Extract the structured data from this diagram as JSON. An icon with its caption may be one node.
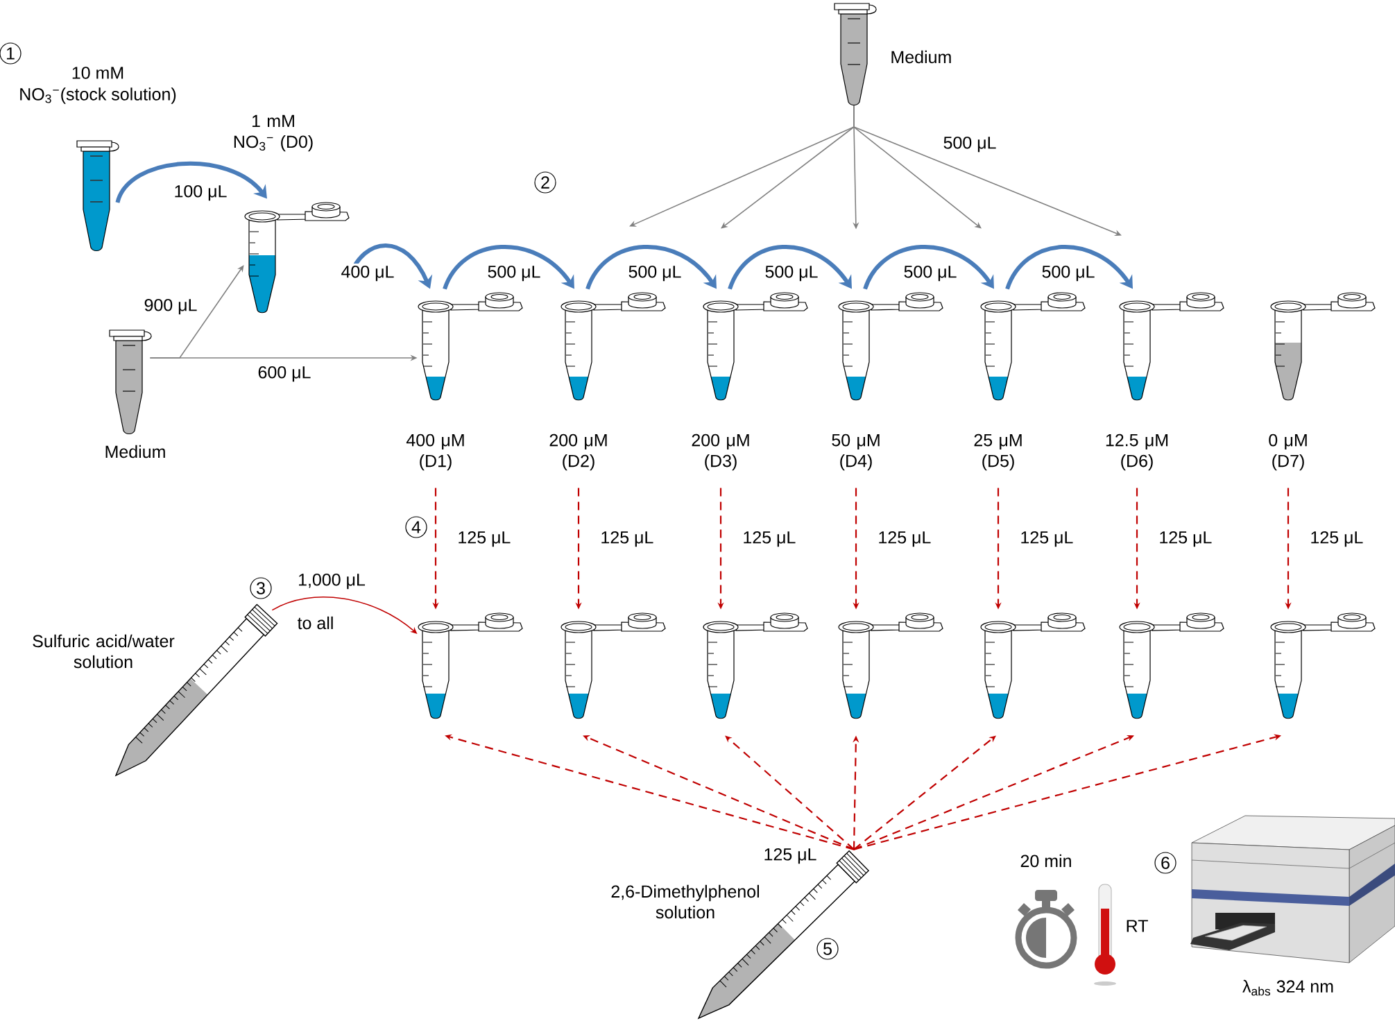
{
  "diagram": {
    "nodes": [
      {
        "text": [
          "10 mM",
          "NO$_{3}$$^{−}$(stock solution)"
        ]
      },
      {
        "text": [
          "1 mM NO$_{3}$$^{−}$ (D0)"
        ]
      },
      {
        "text": [
          "Medium"
        ]
      },
      {
        "text": [
          "Medium"
        ]
      },
      {
        "text": [
          "400 μM (D1)"
        ]
      },
      {
        "text": [
          "200 μM (D2)"
        ]
      },
      {
        "text": [
          "200 μM (D3)"
        ]
      },
      {
        "text": [
          "50 μM (D4)"
        ]
      },
      {
        "text": [
          "25 μM (D5)"
        ]
      },
      {
        "text": [
          "12.5 μM (D6)"
        ]
      },
      {
        "text": [
          "0 μM (D7)"
        ]
      },
      {
        "text": [],
        "shape": "picture"
      },
      {
        "text": [],
        "shape": "picture"
      },
      {
        "text": [],
        "shape": "picture"
      },
      {
        "text": [],
        "shape": "picture"
      },
      {
        "text": [],
        "shape": "picture"
      },
      {
        "text": [],
        "shape": "picture"
      },
      {
        "text": [],
        "shape": "picture"
      },
      {
        "text": [
          "Sulfuric acid/water solution"
        ]
      },
      {
        "text": [
          "2,6-Dimethylphenol solution"
        ]
      }
    ],
    "edges": [
      {
        "from": 0,
        "to": 1,
        "arrow": "to",
        "label": "100 μL",
        "style": "thick",
        "color": "#4a7dba"
      },
      {
        "from": 2,
        "to": 1,
        "arrow": "to",
        "label": "900 μL",
        "color": "#808080"
      },
      {
        "from": 2,
        "to": 4,
        "arrow": "to",
        "label": "600 μL",
        "color": "#808080"
      },
      {
        "from": 1,
        "to": 4,
        "arrow": "to",
        "label": "400 μL",
        "style": "thick",
        "color": "#4a7dba"
      },
      {
        "from": 4,
        "to": 5,
        "arrow": "to",
        "label": "500 μL",
        "style": "thick",
        "color": "#4a7dba"
      },
      {
        "from": 5,
        "to": 6,
        "arrow": "to",
        "label": "500 μL",
        "style": "thick",
        "color": "#4a7dba"
      },
      {
        "from": 6,
        "to": 7,
        "arrow": "to",
        "label": "500 μL",
        "style": "thick",
        "color": "#4a7dba"
      },
      {
        "from": 7,
        "to": 8,
        "arrow": "to",
        "label": "500 μL",
        "style": "thick",
        "color": "#4a7dba"
      },
      {
        "from": 8,
        "to": 9,
        "arrow": "to",
        "label": "500 μL",
        "style": "thick",
        "color": "#4a7dba"
      },
      {
        "from": 3,
        "to": 5,
        "arrow": "to",
        "color": "#808080"
      },
      {
        "from": 3,
        "to": 6,
        "arrow": "to",
        "color": "#808080"
      },
      {
        "from": 3,
        "to": 7,
        "arrow": "to",
        "color": "#808080"
      },
      {
        "from": 3,
        "to": 8,
        "arrow": "to",
        "color": "#808080"
      },
      {
        "from": 3,
        "to": 9,
        "arrow": "to",
        "label": "500 μL",
        "color": "#808080"
      },
      {
        "from": 4,
        "to": 11,
        "arrow": "to",
        "label": "125 μL",
        "style": "dashed",
        "color": "#c00000"
      },
      {
        "from": 5,
        "to": 12,
        "arrow": "to",
        "label": "125 μL",
        "style": "dashed",
        "color": "#c00000"
      },
      {
        "from": 6,
        "to": 13,
        "arrow": "to",
        "label": "125 μL",
        "style": "dashed",
        "color": "#c00000"
      },
      {
        "from": 7,
        "to": 14,
        "arrow": "to",
        "label": "125 μL",
        "style": "dashed",
        "color": "#c00000"
      },
      {
        "from": 8,
        "to": 15,
        "arrow": "to",
        "label": "125 μL",
        "style": "dashed",
        "color": "#c00000"
      },
      {
        "from": 9,
        "to": 16,
        "arrow": "to",
        "label": "125 μL",
        "style": "dashed",
        "color": "#c00000"
      },
      {
        "from": 10,
        "to": 17,
        "arrow": "to",
        "label": "125 μL",
        "style": "dashed",
        "color": "#c00000"
      },
      {
        "from": 18,
        "to": 11,
        "arrow": "to",
        "label": "1,000 μL",
        "color": "#c00000"
      },
      {
        "from": 19,
        "to": 11,
        "arrow": "to",
        "style": "dashed",
        "color": "#c00000"
      },
      {
        "from": 19,
        "to": 12,
        "arrow": "to",
        "style": "dashed",
        "color": "#c00000"
      },
      {
        "from": 19,
        "to": 13,
        "arrow": "to",
        "style": "dashed",
        "color": "#c00000"
      },
      {
        "from": 19,
        "to": 14,
        "arrow": "to",
        "style": "dashed",
        "color": "#c00000"
      },
      {
        "from": 19,
        "to": 15,
        "arrow": "to",
        "style": "dashed",
        "color": "#c00000"
      },
      {
        "from": 19,
        "to": 16,
        "arrow": "to",
        "style": "dashed",
        "color": "#c00000"
      },
      {
        "from": 19,
        "to": 17,
        "arrow": "to",
        "style": "dashed",
        "color": "#c00000"
      }
    ],
    "labels": [
      "1",
      "2",
      "4",
      "3",
      "to all",
      "125 μL",
      "20 min",
      "6",
      "RT",
      "5",
      "λ$_{abs}$ 324 nm"
    ]
  }
}
